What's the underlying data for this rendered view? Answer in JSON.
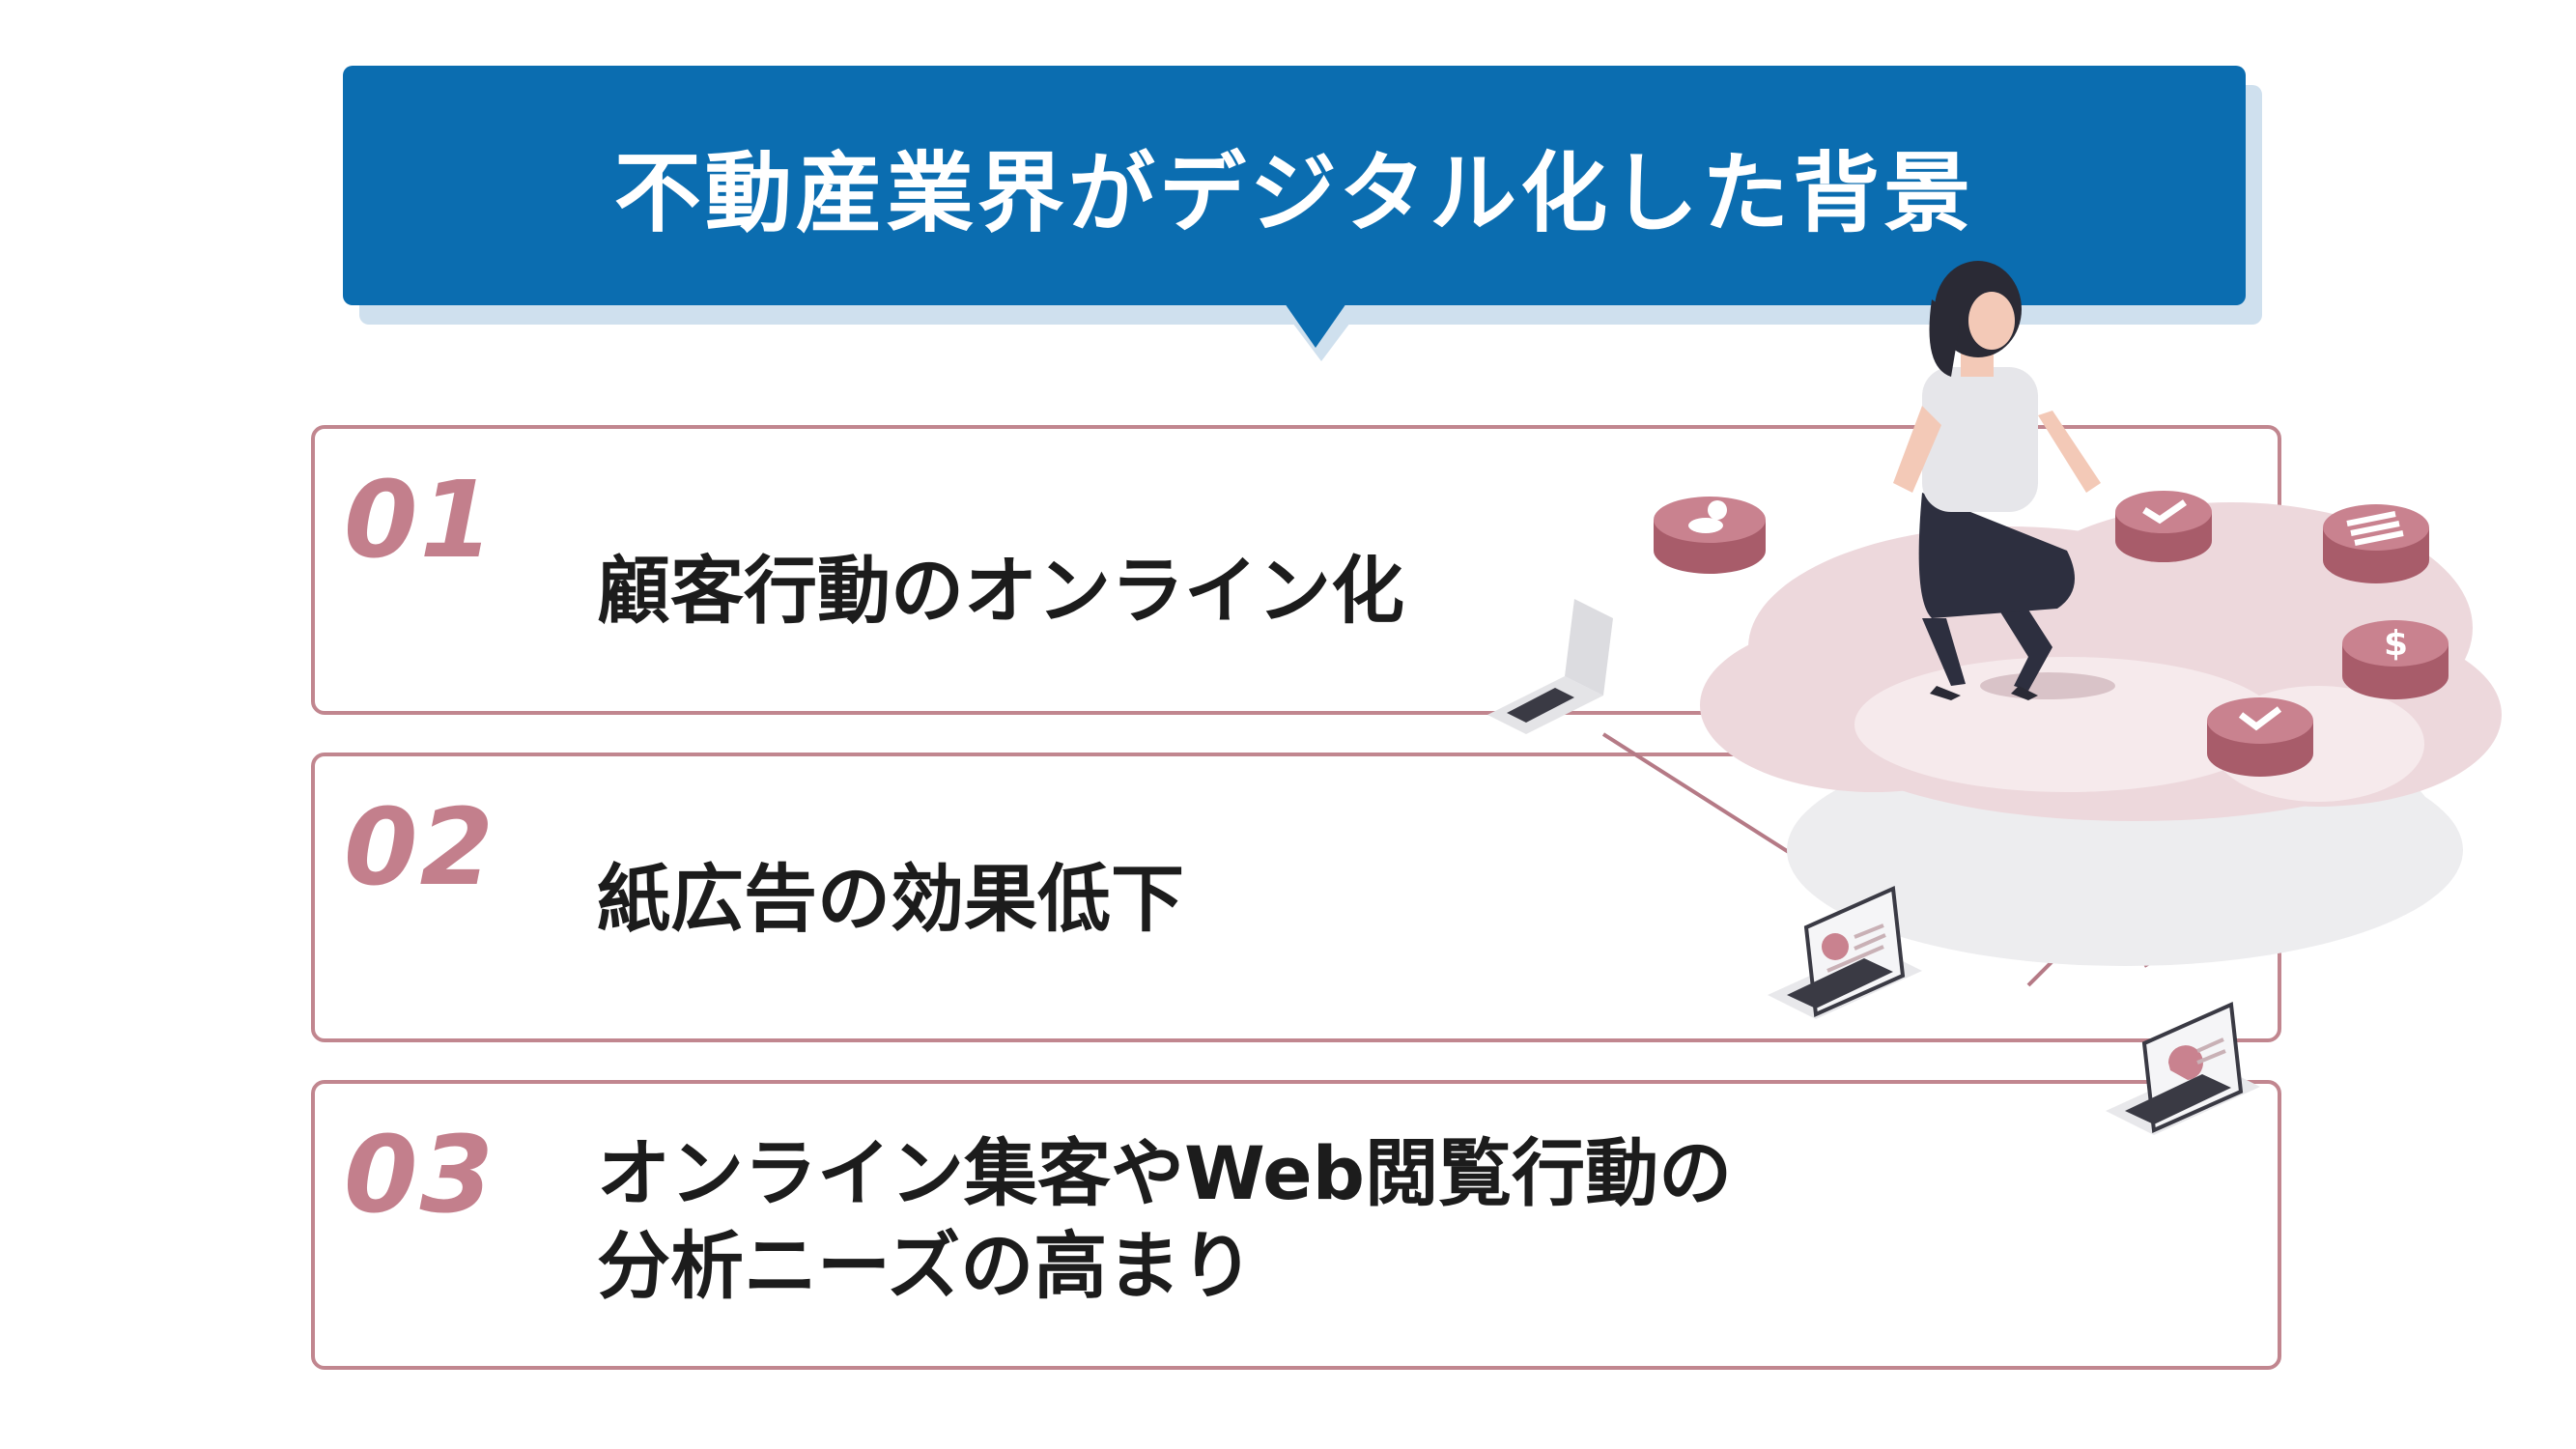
{
  "title": "不動産業界がデジタル化した背景",
  "items": [
    {
      "number": "01",
      "lines": [
        "顧客行動のオンライン化"
      ]
    },
    {
      "number": "02",
      "lines": [
        "紙広告の効果低下"
      ]
    },
    {
      "number": "03",
      "lines": [
        "オンライン集客やWeb閲覧行動の",
        "分析ニーズの高まり"
      ]
    }
  ],
  "colors": {
    "title_background": "#0b6db0",
    "title_shadow": "#cfe0ee",
    "accent_pink": "#c37f8c",
    "card_border": "#c1868f",
    "text_dark": "#1c1c1c"
  },
  "illustration": {
    "description_icons": [
      "person-icon",
      "check-icon",
      "menu-icon",
      "dollar-icon",
      "check-icon",
      "laptop-icon"
    ]
  }
}
